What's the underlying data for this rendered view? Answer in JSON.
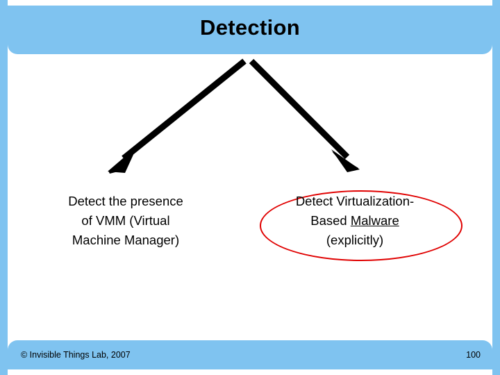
{
  "slide": {
    "title": "Detection",
    "accent_color": "#7fc3f0",
    "highlight_color": "#e00000",
    "left_branch": {
      "line1": "Detect the presence",
      "line2": "of VMM (Virtual",
      "line3": "Machine Manager)"
    },
    "right_branch": {
      "line1": "Detect Virtualization-",
      "line2_prefix": "Based ",
      "line2_underlined": "Malware",
      "line3": "(explicitly)"
    },
    "footer": {
      "copyright": "© Invisible Things Lab, 2007",
      "page_number": "100"
    },
    "icons": {
      "left_arrow": "down-left-arrow-icon",
      "right_arrow": "down-right-arrow-icon",
      "emphasis": "red-ellipse-icon"
    }
  }
}
